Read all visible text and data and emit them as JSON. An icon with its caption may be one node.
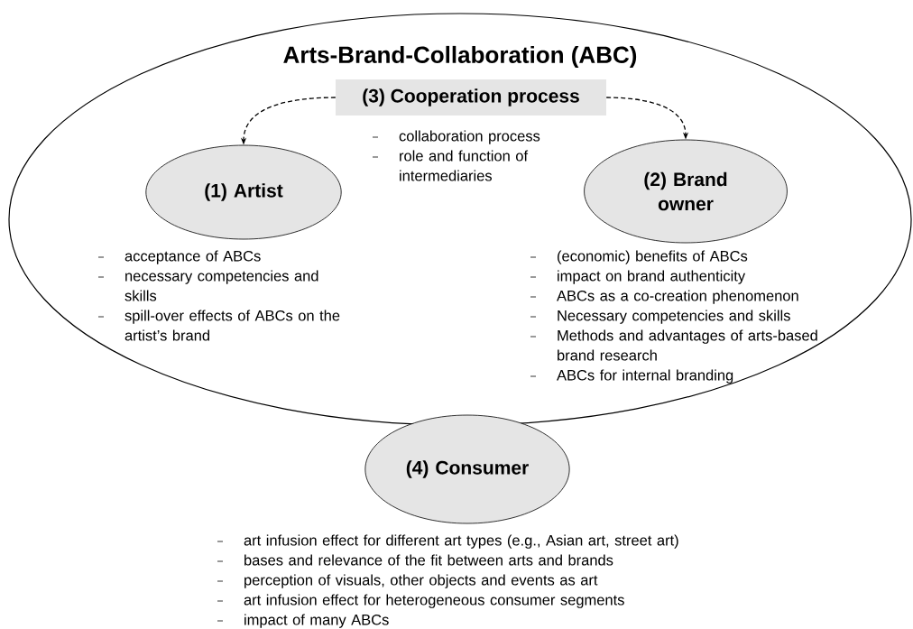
{
  "diagram": {
    "nodes": [
      {
        "text": [
          "Arts-Brand-Collaboration (ABC)"
        ]
      },
      {
        "text": [
          "(3) Cooperation process"
        ],
        "in": 0,
        "beside": [
          "collaboration process",
          "role and function of intermediaries"
        ]
      },
      {
        "text": [
          "(1) Artist"
        ],
        "in": 0,
        "beside": [
          "acceptance of ABCs",
          "necessary competencies and skills",
          "spill-over effects of ABCs on the artist’s brand"
        ]
      },
      {
        "text": [
          "(2) Brand owner"
        ],
        "in": 0,
        "beside": [
          "(economic) benefits of ABCs",
          "impact on brand authenticity",
          "ABCs as a co-creation phenomenon",
          "Necessary competencies and skills",
          "Methods and advantages of arts-based brand research",
          "ABCs for internal branding"
        ]
      },
      {
        "text": [
          "(4) Consumer"
        ],
        "beside": [
          "art infusion effect for different art types (e.g., Asian art, street art)",
          "bases and relevance of the fit between arts and brands",
          "perception of visuals, other objects and events as art",
          "art infusion effect for heterogeneous consumer segments",
          "impact of many ABCs"
        ]
      }
    ],
    "edges": [
      {
        "from": 1,
        "to": 2,
        "arrow": "to",
        "style": "dashed"
      },
      {
        "from": 1,
        "to": 3,
        "arrow": "to",
        "style": "dashed"
      }
    ]
  }
}
